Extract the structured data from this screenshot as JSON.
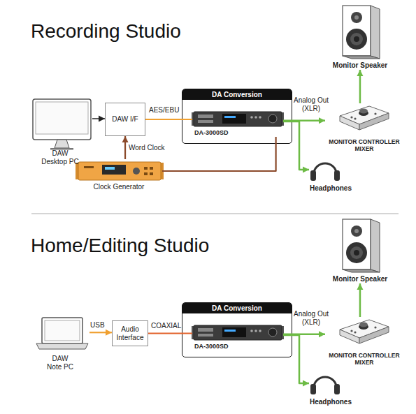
{
  "diagram": {
    "nodes": [
      {
        "text": [
          "Monitor Speaker"
        ]
      },
      {
        "text": [
          "DAW Desktop PC"
        ]
      },
      {
        "text": [
          "DAW I/F"
        ]
      },
      {
        "text": [
          "DA Conversion"
        ]
      },
      {
        "text": [
          "DA-3000SD"
        ],
        "in": 3
      },
      {
        "text": [
          "MONITOR CONTROLLER MIXER"
        ]
      },
      {
        "text": [
          "Clock Generator"
        ]
      },
      {
        "text": [
          "Headphones"
        ]
      },
      {
        "text": [
          "Monitor Speaker"
        ]
      },
      {
        "text": [
          "DAW Note PC"
        ]
      },
      {
        "text": [
          "Audio Interface"
        ]
      },
      {
        "text": [
          "DA Conversion"
        ]
      },
      {
        "text": [
          "DA-3000SD"
        ],
        "in": 11
      },
      {
        "text": [
          "MONITOR CONTROLLER MIXER"
        ]
      },
      {
        "text": [
          "Headphones"
        ]
      }
    ],
    "edges": [
      {
        "from": 1,
        "to": 2,
        "arrow": "to"
      },
      {
        "from": 2,
        "to": 4,
        "label": "AES/EBU",
        "arrow": "none"
      },
      {
        "from": 6,
        "to": 2,
        "label": "Word Clock",
        "arrow": "to"
      },
      {
        "from": 6,
        "to": 4,
        "arrow": "none"
      },
      {
        "from": 4,
        "to": 5,
        "label": "Analog Out (XLR)",
        "arrow": "to"
      },
      {
        "from": 5,
        "to": 0,
        "arrow": "to"
      },
      {
        "from": 4,
        "to": 7,
        "arrow": "to"
      },
      {
        "from": 9,
        "to": 10,
        "label": "USB",
        "arrow": "to"
      },
      {
        "from": 10,
        "to": 12,
        "label": "COAXIAL",
        "arrow": "none"
      },
      {
        "from": 12,
        "to": 13,
        "label": "Analog Out (XLR)",
        "arrow": "to"
      },
      {
        "from": 13,
        "to": 8,
        "arrow": "to"
      },
      {
        "from": 12,
        "to": 14,
        "arrow": "to"
      }
    ],
    "labels": [
      "Recording Studio",
      "Home/Editing Studio"
    ]
  }
}
